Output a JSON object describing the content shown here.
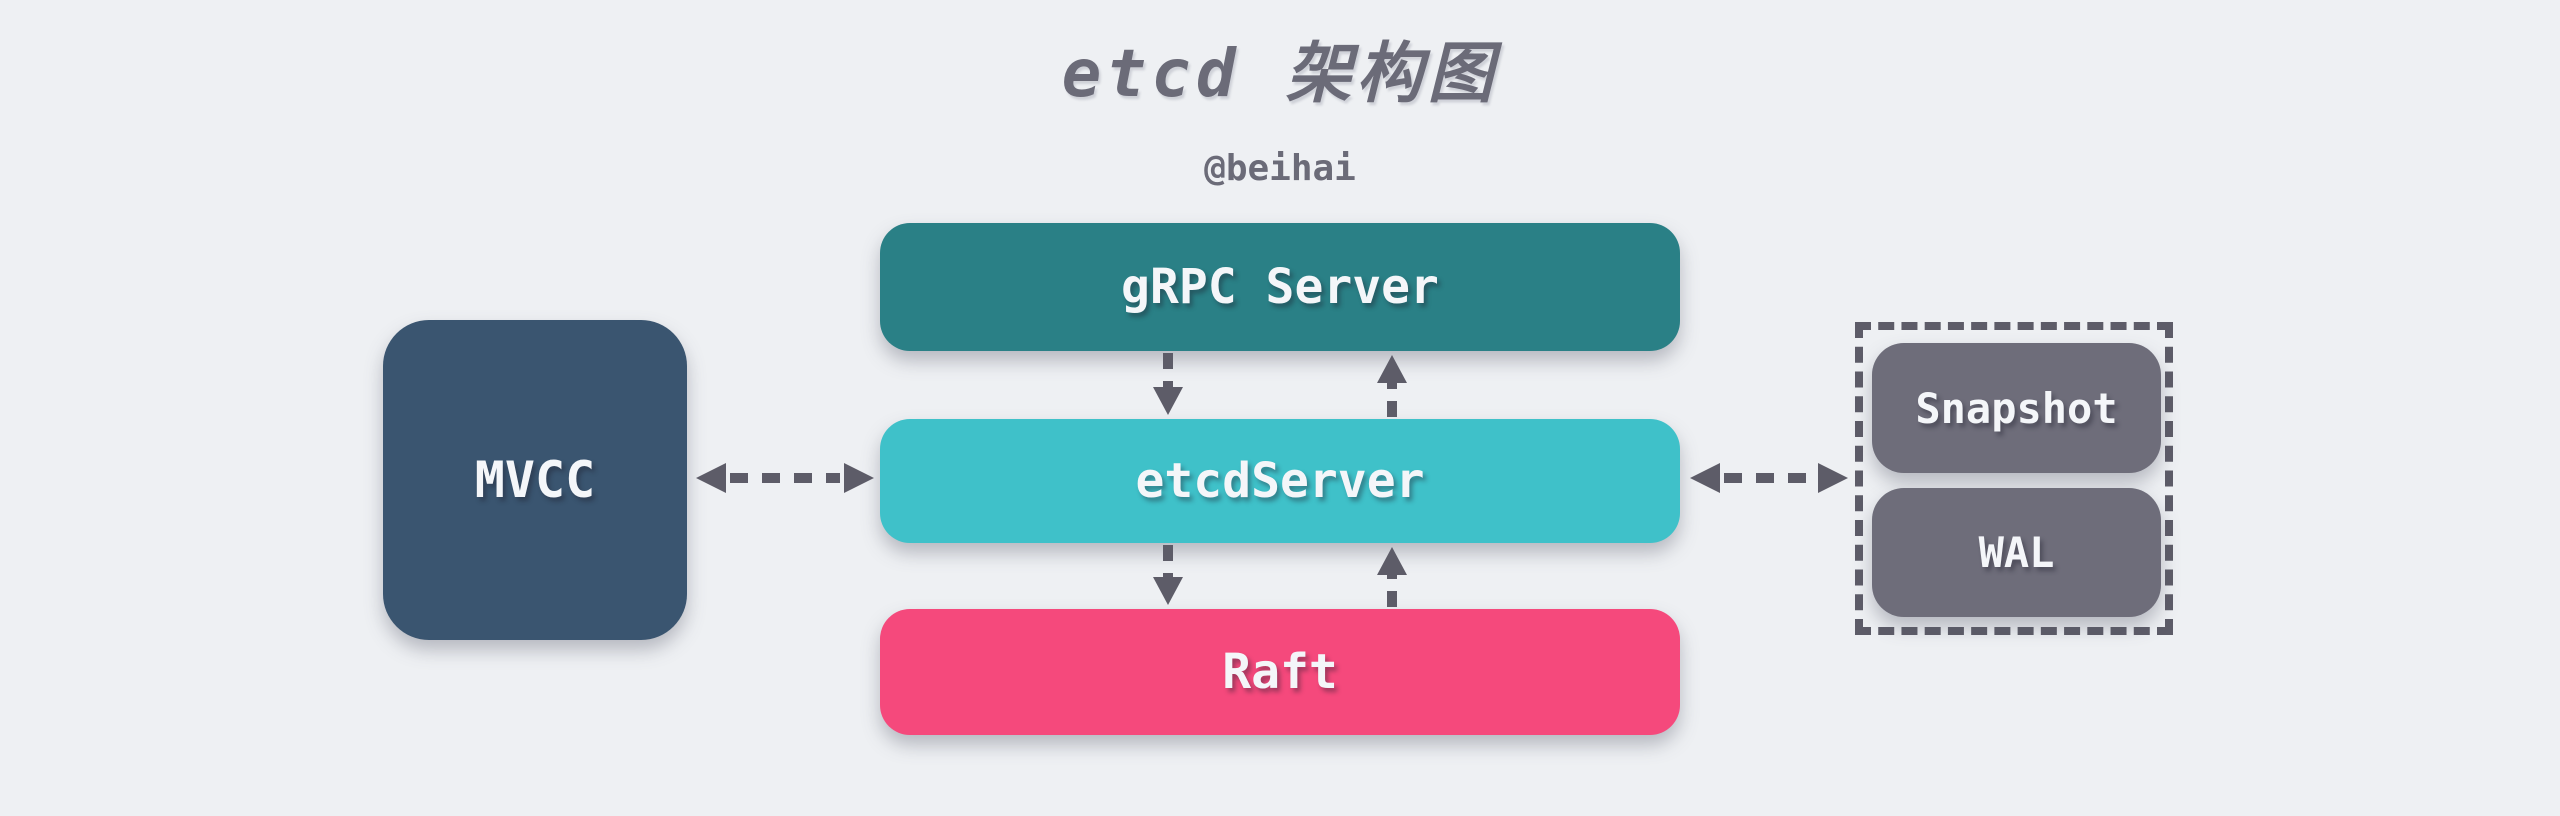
{
  "title": "etcd 架构图",
  "author": "@beihai",
  "nodes": {
    "grpc_server": {
      "label": "gRPC Server"
    },
    "etcd_server": {
      "label": "etcdServer"
    },
    "raft": {
      "label": "Raft"
    },
    "mvcc": {
      "label": "MVCC"
    },
    "snapshot": {
      "label": "Snapshot"
    },
    "wal": {
      "label": "WAL"
    }
  },
  "storage_group": {
    "members": [
      "Snapshot",
      "WAL"
    ],
    "border_style": "dashed"
  },
  "edges": [
    {
      "from": "gRPC Server",
      "to": "etcdServer",
      "style": "dashed",
      "direction": "down"
    },
    {
      "from": "etcdServer",
      "to": "gRPC Server",
      "style": "dashed",
      "direction": "up"
    },
    {
      "from": "MVCC",
      "to": "etcdServer",
      "style": "dashed",
      "direction": "both"
    },
    {
      "from": "etcdServer",
      "to": "Raft",
      "style": "dashed",
      "direction": "down"
    },
    {
      "from": "Raft",
      "to": "etcdServer",
      "style": "dashed",
      "direction": "up"
    },
    {
      "from": "etcdServer",
      "to": "Snapshot/WAL",
      "style": "dashed",
      "direction": "both"
    }
  ],
  "colors": {
    "background": "#eef0f3",
    "title-text": "#6b6b78",
    "grpc-box": "#2a8086",
    "etcdserver-box": "#3fc1c9",
    "raft-box": "#f5497c",
    "mvcc-box": "#3a5570",
    "storage-box": "#6e6d7a",
    "arrow": "#5d5c68",
    "box-text": "#f4f6f9"
  }
}
